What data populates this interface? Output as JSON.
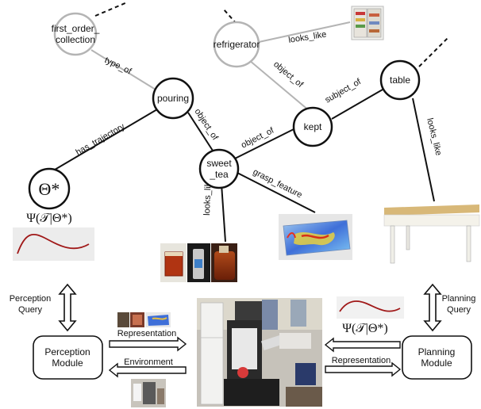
{
  "graph": {
    "nodes": {
      "first_order_collection": "first_order_\ncollection",
      "refrigerator": "refrigerator",
      "pouring": "pouring",
      "table": "table",
      "kept": "kept",
      "sweet_tea": "sweet\n_tea",
      "theta_star": "Θ*"
    },
    "edges": {
      "type_of": "type_of",
      "looks_like_fridge": "looks_like",
      "object_of_fridge": "object_of",
      "subject_of": "subject_of",
      "object_of_pouring": "object_of",
      "looks_like_table": "looks_like",
      "has_trajectory": "has_trajectory",
      "object_of_kept": "object_of",
      "grasp_feature": "grasp_feature",
      "looks_like_tea": "looks_like"
    },
    "trajectory_formula_left": "Ψ(𝒯|Θ*)",
    "trajectory_formula_right": "Ψ(𝒯|Θ*)"
  },
  "modules": {
    "perception_module": "Perception\nModule",
    "planning_module": "Planning\nModule",
    "perception_query": "Perception\nQuery",
    "planning_query": "Planning\nQuery"
  },
  "arrows": {
    "representation_left": "Representation",
    "environment": "Environment",
    "representation_right": "Representation"
  },
  "colors": {
    "node_black": "#111111",
    "node_gray": "#b4b4b4",
    "trajectory": "#a01818",
    "heatmap_blue": "#3f6fd8"
  }
}
